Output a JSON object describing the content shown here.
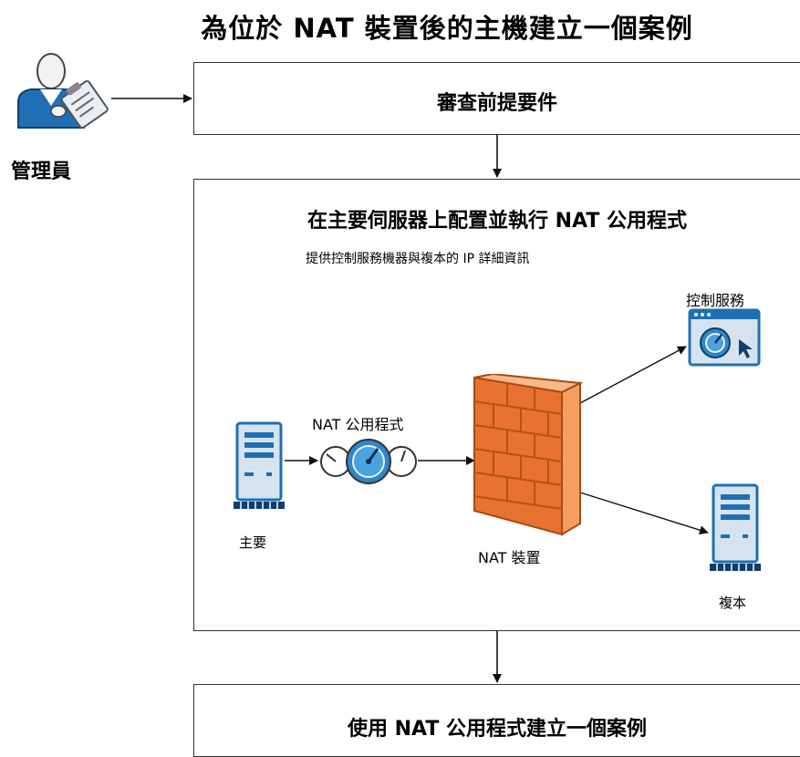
{
  "title": "為位於 NAT 裝置後的主機建立一個案例",
  "actor": {
    "label": "管理員",
    "icon": "administrator-clipboard-icon"
  },
  "steps": [
    {
      "label": "審查前提要件"
    },
    {
      "label": "在主要伺服器上配置並執行 NAT 公用程式",
      "subtitle": "提供控制服務機器與複本的 IP 詳細資訊"
    },
    {
      "label": "使用 NAT 公用程式建立一個案例"
    }
  ],
  "diagram": {
    "primary_label": "主要",
    "utility_label": "NAT 公用程式",
    "nat_device_label": "NAT 裝置",
    "control_service_label": "控制服務",
    "replica_label": "複本"
  },
  "colors": {
    "accent": "#1f6fb4",
    "firewall": "#e8722f",
    "box_border": "#333333"
  }
}
